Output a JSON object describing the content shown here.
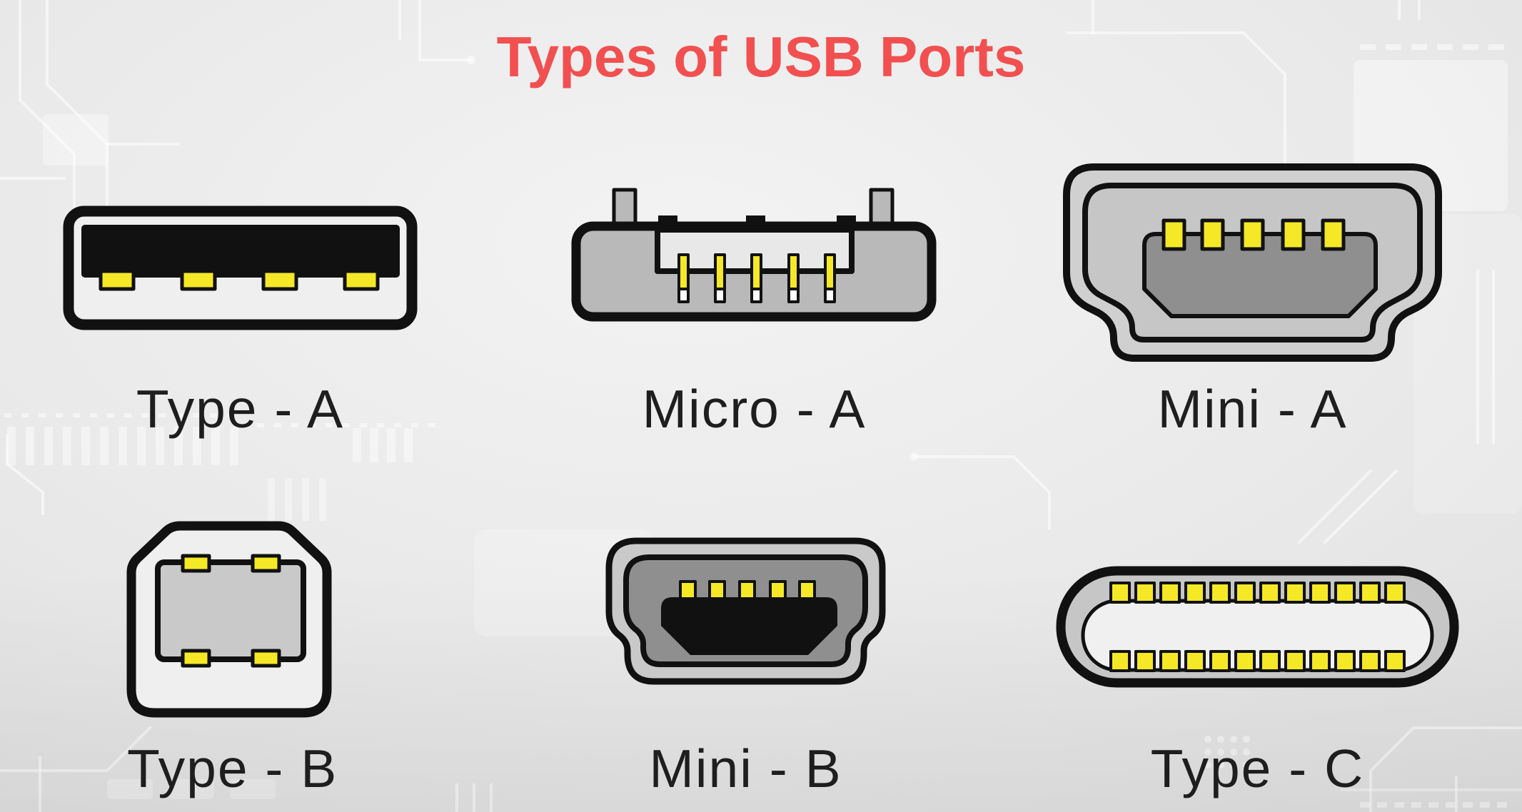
{
  "title": {
    "text": "Types of USB Ports"
  },
  "connectors": [
    {
      "id": "type-a",
      "label": "Type - A",
      "pins": 4
    },
    {
      "id": "micro-a",
      "label": "Micro - A",
      "pins": 5
    },
    {
      "id": "mini-a",
      "label": "Mini - A",
      "pins": 5
    },
    {
      "id": "type-b",
      "label": "Type - B",
      "pins": 4
    },
    {
      "id": "mini-b",
      "label": "Mini - B",
      "pins": 5
    },
    {
      "id": "type-c",
      "label": "Type - C",
      "pins": 24
    }
  ],
  "colors": {
    "title_red": "#f25050",
    "outline_black": "#111111",
    "pin_yellow": "#f5e826",
    "pin_tip_white": "#ffffff",
    "shell_light": "#efefef",
    "shell_gray": "#b9b9b9",
    "shell_gray_light": "#d0d0d0",
    "shell_gray_mid": "#c6c6c6",
    "shell_gray_dark": "#8f8f8f",
    "inner_gray": "#c9c9c9",
    "recess_light": "#e8e8e8",
    "inner_white": "#f0f0f0",
    "label_color": "#1e1e1e",
    "background_gray": "#e8e8e8"
  }
}
